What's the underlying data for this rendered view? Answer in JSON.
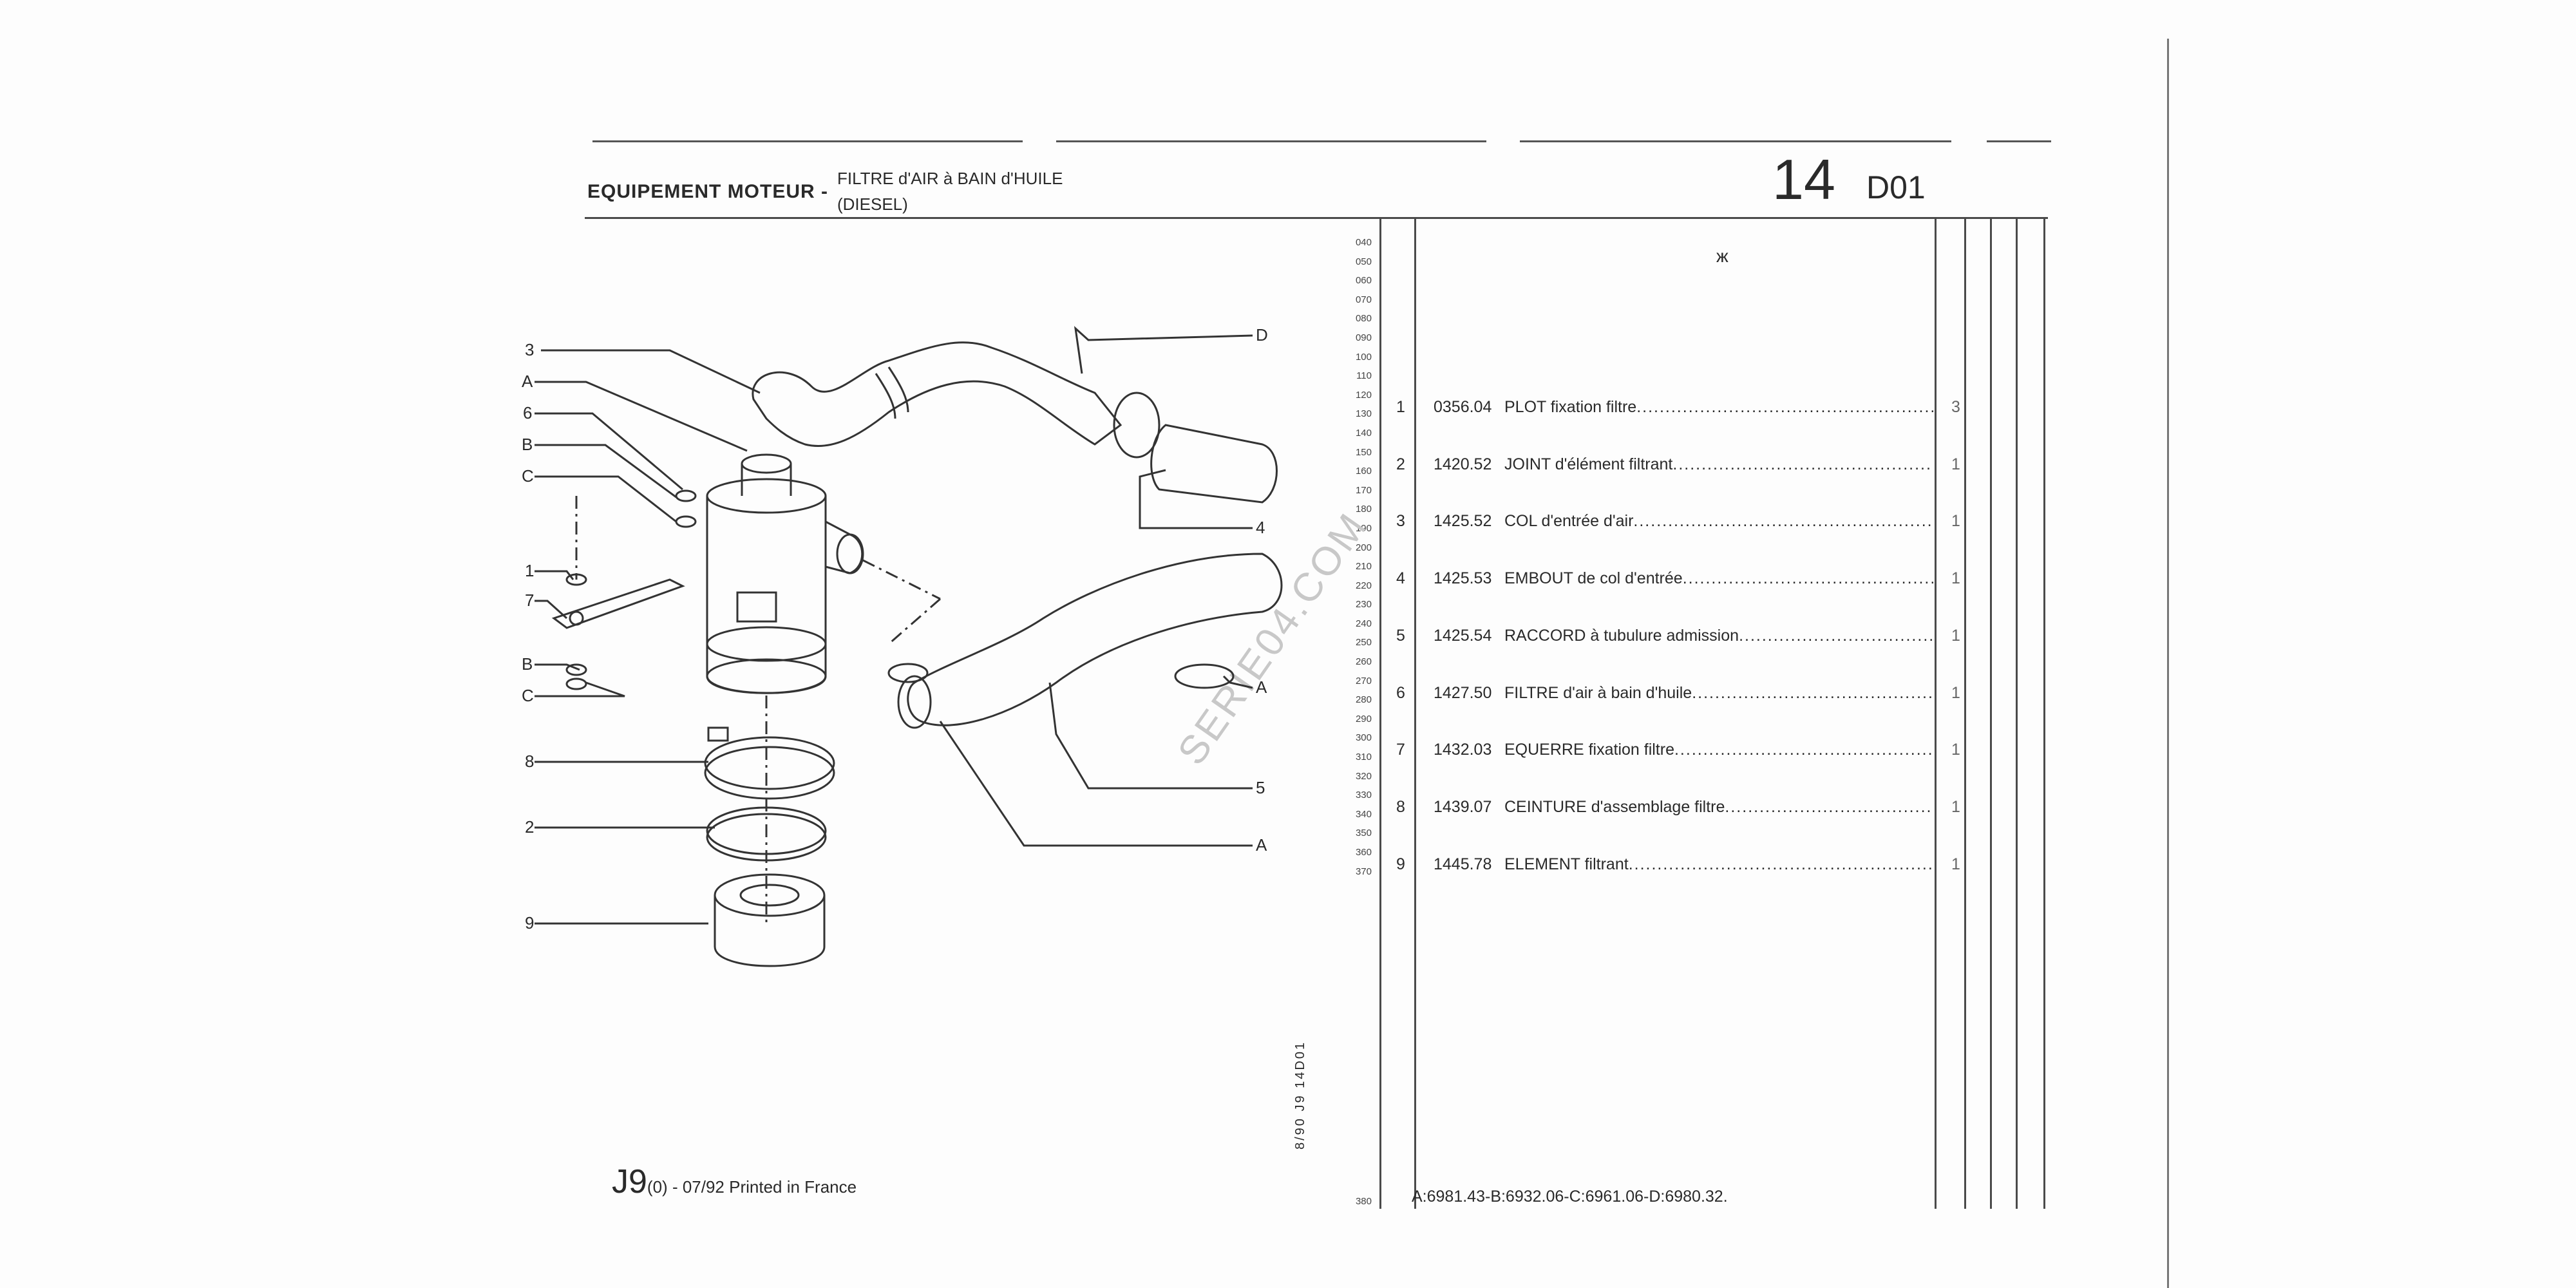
{
  "header": {
    "section": "EQUIPEMENT MOTEUR -",
    "title_line1": "FILTRE d'AIR à BAIN d'HUILE",
    "title_line2": "(DIESEL)",
    "group_number": "14",
    "group_code": "D01"
  },
  "line_numbers": [
    "040",
    "050",
    "060",
    "070",
    "080",
    "090",
    "100",
    "110",
    "120",
    "130",
    "140",
    "150",
    "160",
    "170",
    "180",
    "190",
    "200",
    "210",
    "220",
    "230",
    "240",
    "250",
    "260",
    "270",
    "280",
    "290",
    "300",
    "310",
    "320",
    "330",
    "340",
    "350",
    "360",
    "370"
  ],
  "final_line_number": "380",
  "vertical_ref": "8/90 J9 14D01",
  "table_symbol": "ж",
  "parts": [
    {
      "index": "1",
      "ref": "0356.04",
      "name": "PLOT",
      "desc": "fixation filtre",
      "qty": "3"
    },
    {
      "index": "2",
      "ref": "1420.52",
      "name": "JOINT",
      "desc": "d'élément filtrant",
      "qty": "1"
    },
    {
      "index": "3",
      "ref": "1425.52",
      "name": "COL",
      "desc": "d'entrée d'air",
      "qty": "1"
    },
    {
      "index": "4",
      "ref": "1425.53",
      "name": "EMBOUT",
      "desc": "de col d'entrée",
      "qty": "1"
    },
    {
      "index": "5",
      "ref": "1425.54",
      "name": "RACCORD",
      "desc": "à tubulure admission",
      "qty": "1"
    },
    {
      "index": "6",
      "ref": "1427.50",
      "name": "FILTRE",
      "desc": "d'air à bain d'huile",
      "qty": "1"
    },
    {
      "index": "7",
      "ref": "1432.03",
      "name": "EQUERRE",
      "desc": "fixation filtre",
      "qty": "1"
    },
    {
      "index": "8",
      "ref": "1439.07",
      "name": "CEINTURE",
      "desc": "d'assemblage filtre",
      "qty": "1"
    },
    {
      "index": "9",
      "ref": "1445.78",
      "name": "ELEMENT",
      "desc": "filtrant",
      "qty": "1"
    }
  ],
  "footnote": "A:6981.43-B:6932.06-C:6961.06-D:6980.32.",
  "footer": {
    "model": "J9",
    "version": "(0)",
    "text": "- 07/92 Printed in France"
  },
  "watermark": "SERIE04.COM",
  "diagram_labels": {
    "l3": "3",
    "lA1": "A",
    "l6": "6",
    "lB1": "B",
    "lC1": "C",
    "l1": "1",
    "l7": "7",
    "lB2": "B",
    "lC2": "C",
    "l8": "8",
    "l2": "2",
    "l9": "9",
    "lD": "D",
    "l4": "4",
    "lA2": "A",
    "l5": "5",
    "lA3": "A"
  }
}
